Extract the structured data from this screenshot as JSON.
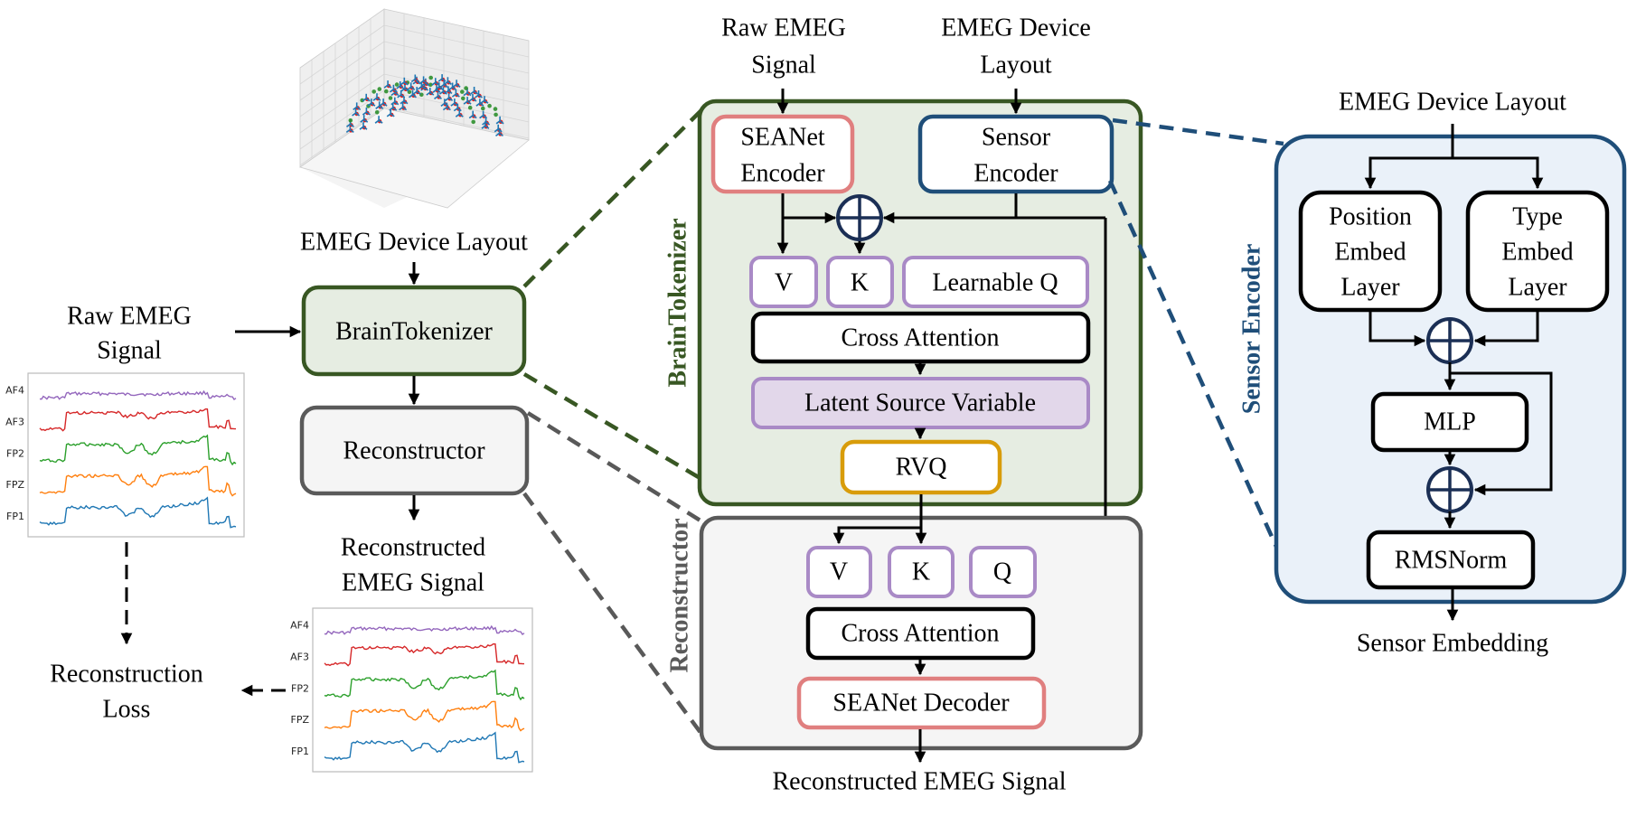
{
  "colors": {
    "tokenizer_border": "#385723",
    "tokenizer_fill": "#E6EDE2",
    "reconstructor_border": "#5A5A5A",
    "reconstructor_fill": "#F5F5F5",
    "sensor_border": "#1F4E79",
    "sensor_fill": "#EAF1F9",
    "seanet_border": "#E07F7F",
    "qkv_border": "#A98AC6",
    "latent_fill": "#E2D7EA",
    "rvq_border": "#D89C0A",
    "plus_color": "#1B2F55"
  },
  "left": {
    "device_layout_label": "EMEG Device Layout",
    "raw_signal_label_line1": "Raw EMEG",
    "raw_signal_label_line2": "Signal",
    "brain_tokenizer_label": "BrainTokenizer",
    "reconstructor_label": "Reconstructor",
    "reconstructed_label_line1": "Reconstructed",
    "reconstructed_label_line2": "EMEG Signal",
    "loss_label_line1": "Reconstruction",
    "loss_label_line2": "Loss",
    "channels": [
      "AF4",
      "AF3",
      "FP2",
      "FPZ",
      "FP1"
    ],
    "channel_colors": [
      "#9467BD",
      "#D62728",
      "#2CA02C",
      "#FF7F0E",
      "#1F77B4"
    ],
    "layout_plot_colors": {
      "sensor": "#1F77B4",
      "point": "#E41A1C",
      "ref": "#228B22"
    }
  },
  "tokenizer": {
    "title": "BrainTokenizer",
    "input_signal_line1": "Raw EMEG",
    "input_signal_line2": "Signal",
    "input_layout_line1": "EMEG Device",
    "input_layout_line2": "Layout",
    "seanet_encoder_line1": "SEANet",
    "seanet_encoder_line2": "Encoder",
    "sensor_encoder_line1": "Sensor",
    "sensor_encoder_line2": "Encoder",
    "v": "V",
    "k": "K",
    "learnable_q": "Learnable Q",
    "cross_attention": "Cross Attention",
    "latent": "Latent Source Variable",
    "rvq": "RVQ"
  },
  "reconstructor": {
    "title": "Reconstructor",
    "v": "V",
    "k": "K",
    "q": "Q",
    "cross_attention": "Cross Attention",
    "seanet_decoder": "SEANet Decoder",
    "output": "Reconstructed EMEG Signal"
  },
  "sensor_encoder": {
    "title": "Sensor Encoder",
    "input": "EMEG Device Layout",
    "position_line1": "Position",
    "position_line2": "Embed",
    "position_line3": "Layer",
    "type_line1": "Type",
    "type_line2": "Embed",
    "type_line3": "Layer",
    "mlp": "MLP",
    "rmsnorm": "RMSNorm",
    "output": "Sensor Embedding"
  }
}
